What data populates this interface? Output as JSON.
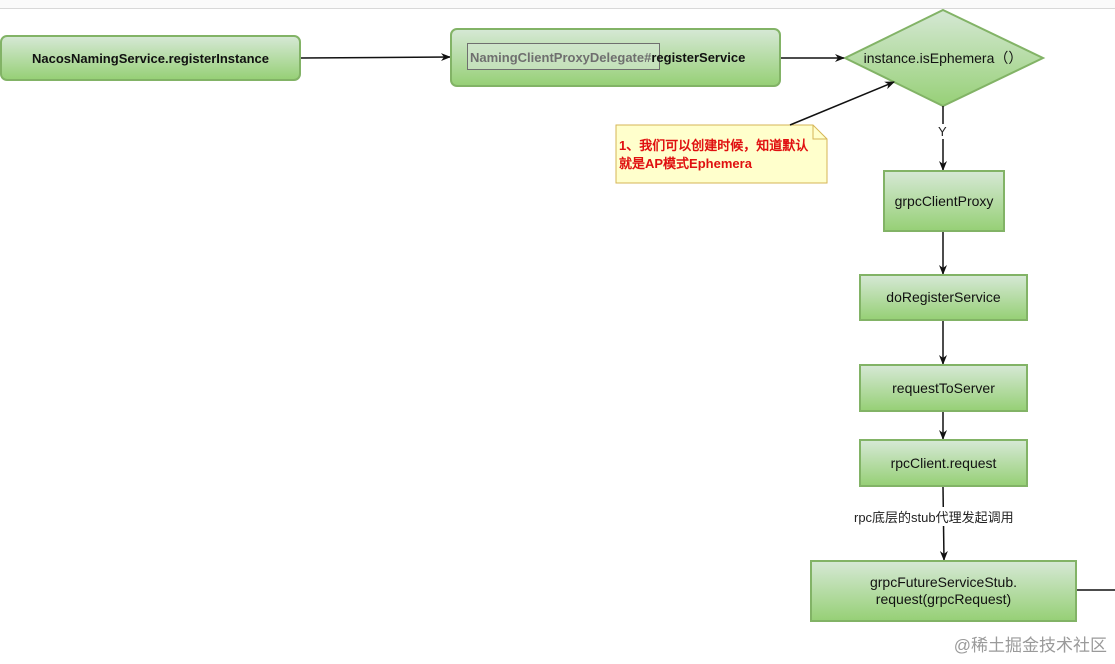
{
  "nodes": {
    "register_instance": "NacosNamingService.registerInstance",
    "delegate_prefix": "NamingClientProxyDelegate#",
    "delegate_method": "registerService",
    "decision": "instance.isEphemera（）",
    "grpc_client_proxy": "grpcClientProxy",
    "do_register_service": "doRegisterService",
    "request_to_server": "requestToServer",
    "rpc_client_request": "rpcClient.request",
    "future_stub_line1": "grpcFutureServiceStub.",
    "future_stub_line2": "request(grpcRequest)"
  },
  "edge_labels": {
    "yes": "Y",
    "rpc_stub_call": "rpc底层的stub代理发起调用"
  },
  "note": {
    "line1": "1、我们可以创建时候，知道默认",
    "line2": "就是AP模式Ephemera"
  },
  "watermark": "@稀土掘金技术社区",
  "colors": {
    "node_fill_top": "#d5e8d4",
    "node_fill_bottom": "#97d077",
    "node_border": "#82b366",
    "note_fill": "#ffffcc",
    "note_border": "#d6b656",
    "note_text": "#e01010",
    "edge": "#111111"
  }
}
